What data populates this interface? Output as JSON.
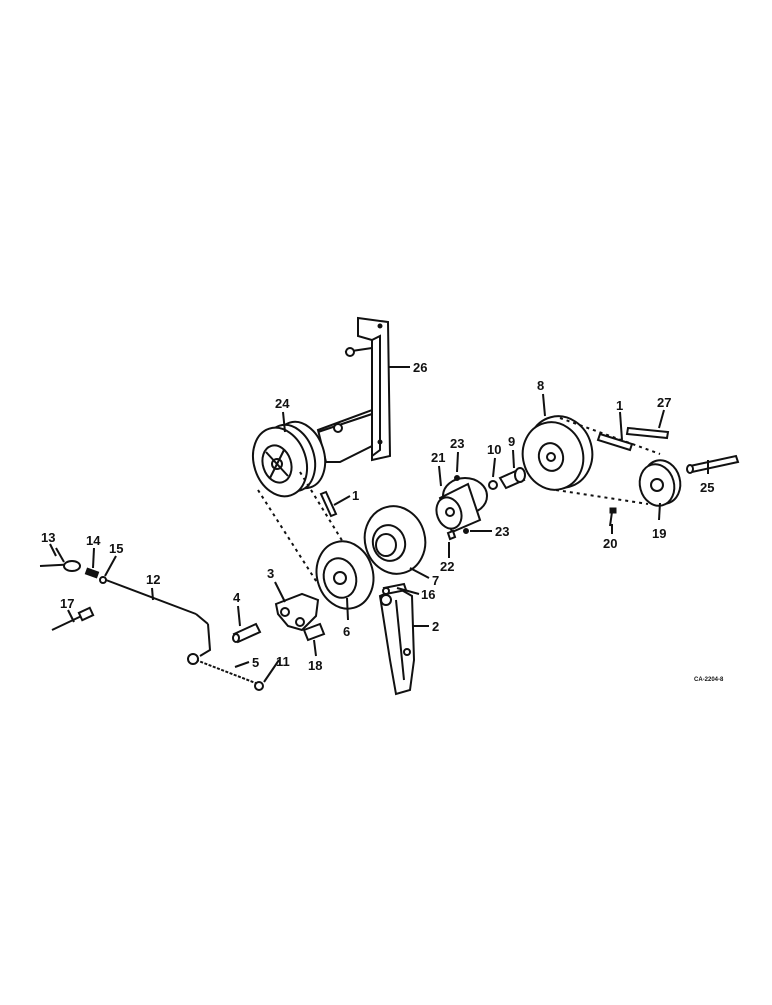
{
  "diagram": {
    "code": "CA-2204-8",
    "callouts": {
      "p1a": "1",
      "p1b": "1",
      "p2": "2",
      "p3": "3",
      "p4": "4",
      "p5": "5",
      "p6": "6",
      "p7": "7",
      "p8": "8",
      "p9": "9",
      "p10": "10",
      "p11": "11",
      "p12": "12",
      "p13": "13",
      "p14": "14",
      "p15": "15",
      "p16": "16",
      "p17": "17",
      "p18": "18",
      "p19": "19",
      "p20": "20",
      "p21": "21",
      "p22": "22",
      "p23a": "23",
      "p23b": "23",
      "p24": "24",
      "p25": "25",
      "p26": "26",
      "p27": "27"
    }
  }
}
